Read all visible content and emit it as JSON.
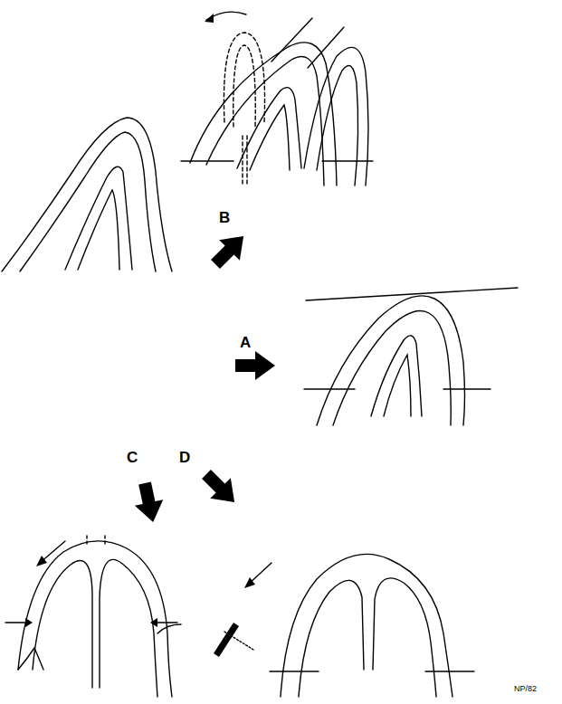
{
  "diagram": {
    "labels": [
      "B",
      "A",
      "C",
      "D",
      "NP/82"
    ]
  }
}
